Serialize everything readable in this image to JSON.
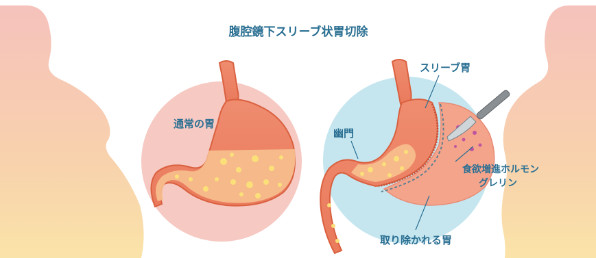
{
  "diagram": {
    "title": "腹腔鏡下スリーブ状胃切除",
    "labels": {
      "normal_stomach": "通常の胃",
      "sleeve_stomach": "スリーブ胃",
      "pylorus": "幽門",
      "hormone_line1": "食欲増進ホルモン",
      "hormone_line2": "グレリン",
      "removed_stomach": "取り除かれる胃"
    }
  },
  "colors": {
    "title_text": "#2a6f92",
    "stomach": "#ee8a6d",
    "stomach_outline": "#d9603f",
    "food_fill": "#f7c08f",
    "left_circle": "#f6c9c2",
    "right_circle": "#c5e6ef",
    "removed_part": "#f5a48c",
    "ghrelin_dots": "#c0559f"
  }
}
